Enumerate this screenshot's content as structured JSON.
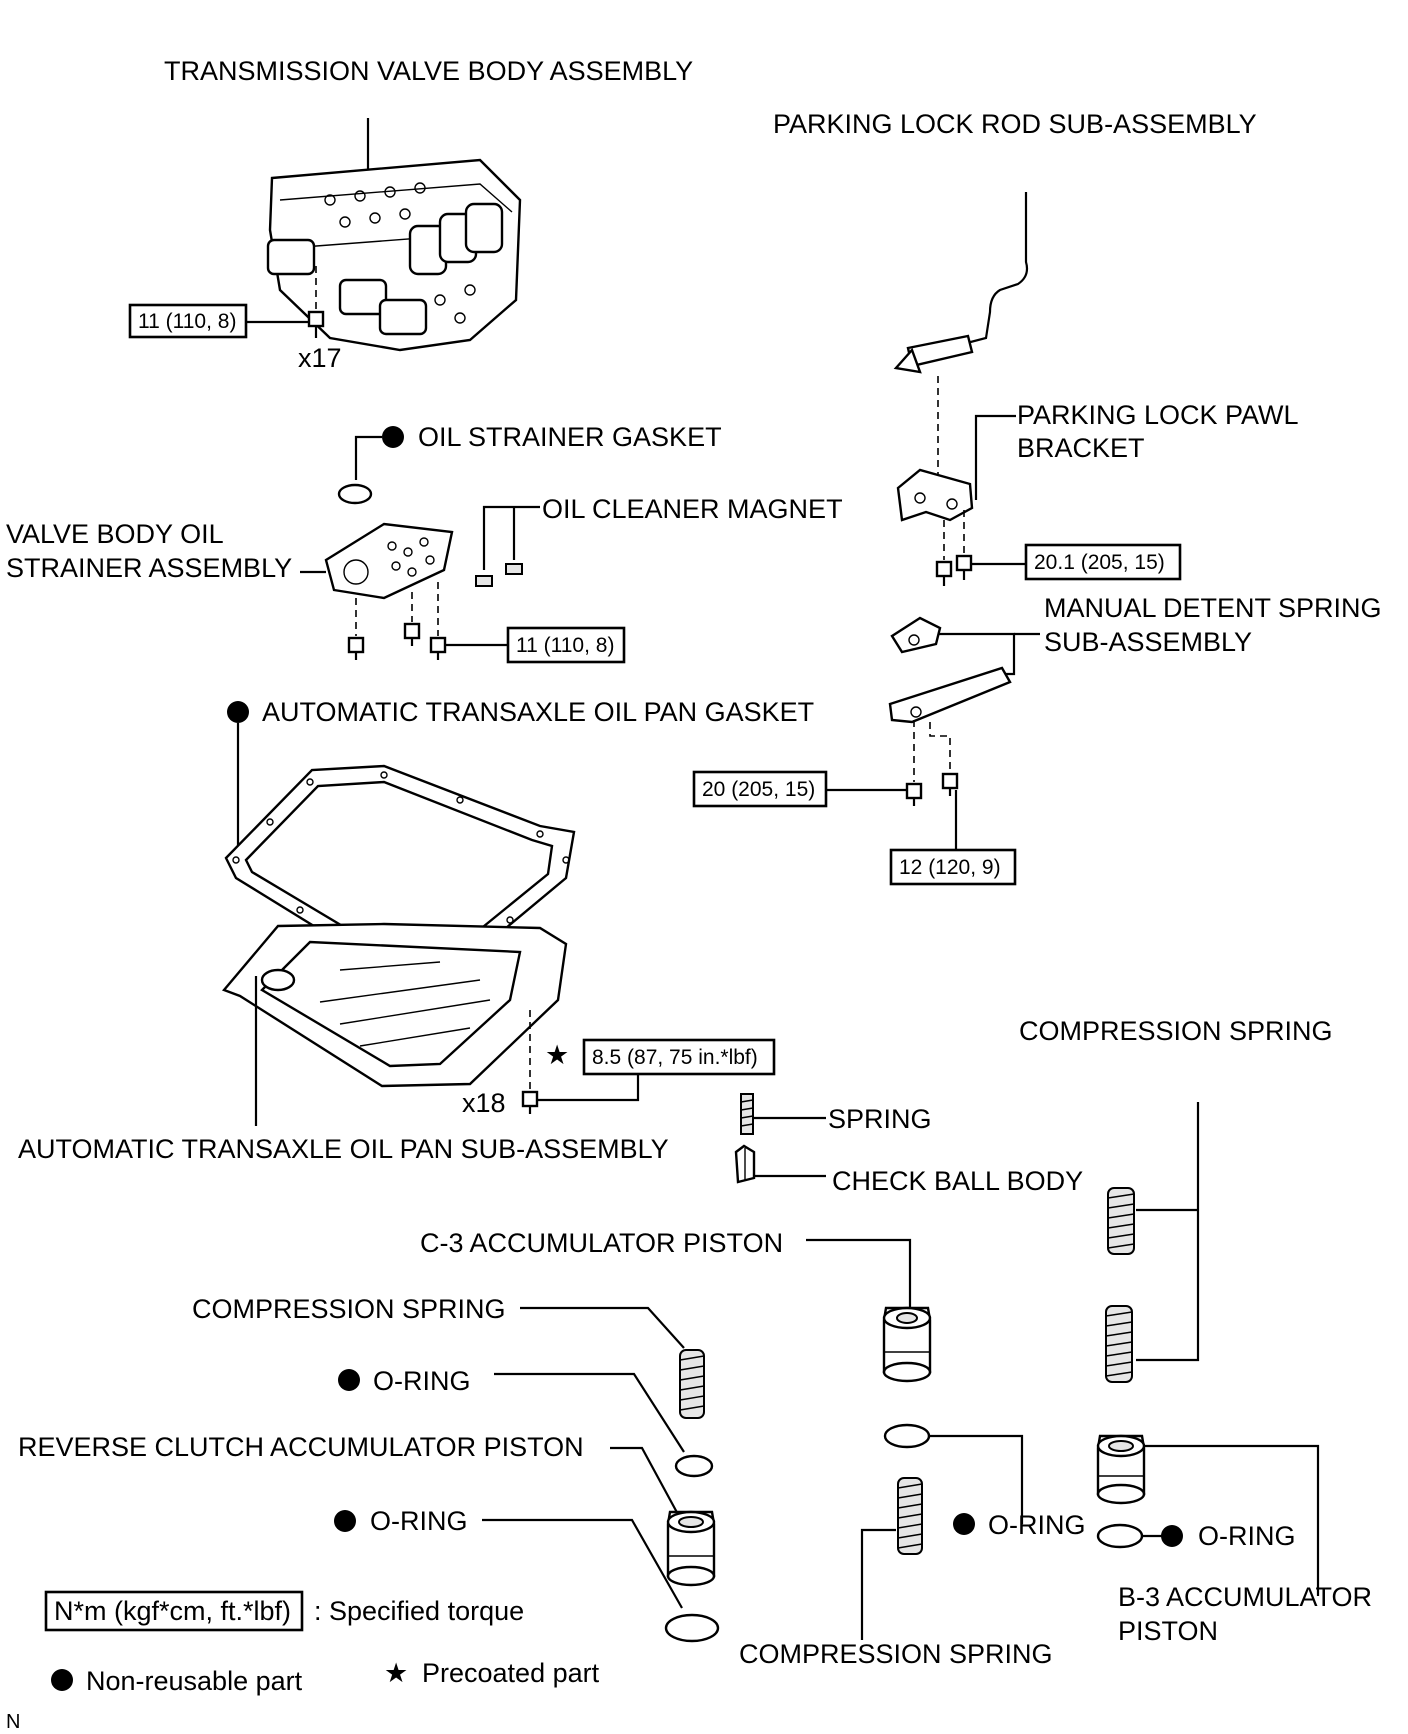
{
  "labels": {
    "valve_body": "TRANSMISSION VALVE BODY ASSEMBLY",
    "parking_rod": "PARKING LOCK ROD SUB-ASSEMBLY",
    "oil_strainer_gasket": "OIL STRAINER GASKET",
    "parking_pawl_line1": "PARKING LOCK PAWL",
    "parking_pawl_line2": "BRACKET",
    "oil_cleaner_magnet": "OIL CLEANER MAGNET",
    "strainer_line1": "VALVE BODY OIL",
    "strainer_line2": "STRAINER ASSEMBLY",
    "manual_detent_line1": "MANUAL DETENT SPRING",
    "manual_detent_line2": "SUB-ASSEMBLY",
    "oil_pan_gasket": "AUTOMATIC TRANSAXLE OIL PAN GASKET",
    "compression_spring_top": "COMPRESSION SPRING",
    "spring": "SPRING",
    "oil_pan": "AUTOMATIC TRANSAXLE OIL PAN SUB-ASSEMBLY",
    "check_ball_body": "CHECK BALL BODY",
    "c3_piston": "C-3 ACCUMULATOR PISTON",
    "compression_spring_left": "COMPRESSION SPRING",
    "o_ring_1": "O-RING",
    "reverse_piston": "REVERSE CLUTCH ACCUMULATOR PISTON",
    "o_ring_2": "O-RING",
    "o_ring_3": "O-RING",
    "o_ring_4": "O-RING",
    "b3_line1": "B-3 ACCUMULATOR",
    "b3_line2": "PISTON",
    "compression_spring_bottom": "COMPRESSION SPRING"
  },
  "torque": {
    "valve_body_bolt": "11 (110, 8)",
    "strainer_bolt": "11 (110, 8)",
    "pawl_bracket_bolt": "20.1 (205, 15)",
    "detent_bolt_a": "20 (205, 15)",
    "detent_bolt_b": "12 (120, 9)",
    "oil_pan_bolt": "8.5 (87, 75 in.*lbf)"
  },
  "qty": {
    "valve_body_bolts": "x17",
    "oil_pan_bolts": "x18"
  },
  "legend": {
    "torque_unit": "N*m (kgf*cm, ft.*lbf)",
    "torque_desc": ": Specified torque",
    "nonreusable": "Non-reusable part",
    "precoated": "Precoated part"
  },
  "corner_code": "N",
  "icons": {
    "nonreusable": "filled-circle-icon",
    "precoated": "star-icon"
  }
}
